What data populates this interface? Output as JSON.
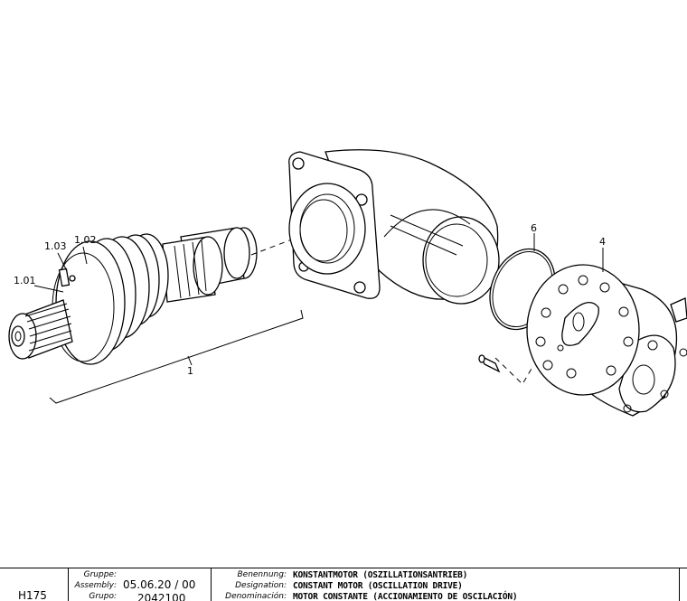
{
  "callouts": {
    "c101": "1.01",
    "c102": "1.02",
    "c103": "1.03",
    "c1": "1",
    "c6": "6",
    "c4": "4"
  },
  "title_block": {
    "sheet_code": "H175",
    "gruppe_label": "Gruppe:",
    "assembly_label": "Assembly:",
    "grupo_label": "Grupo:",
    "assembly_value": "05.06.20 / 00",
    "grupo_value": "2042100",
    "benennung_label": "Benennung:",
    "designation_label": "Designation:",
    "denominacion_label": "Denominación:",
    "benennung_value": "KONSTANTMOTOR (OSZILLATIONSANTRIEB)",
    "designation_value": "CONSTANT MOTOR (OSCILLATION DRIVE)",
    "denominacion_value": "MOTOR CONSTANTE (ACCIONAMIENTO DE OSCILACIÓN)"
  }
}
